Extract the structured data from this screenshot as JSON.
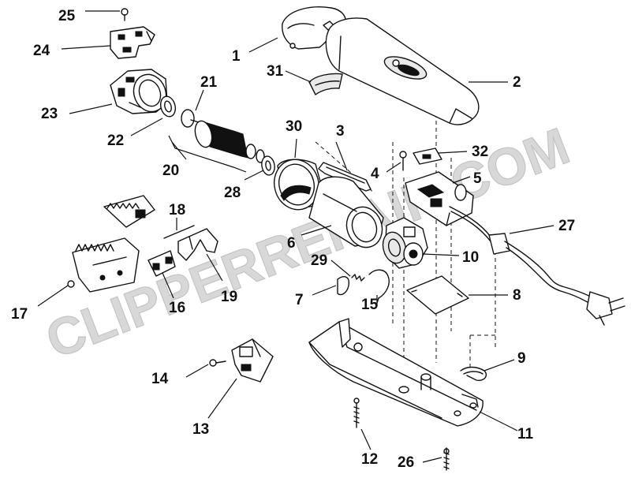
{
  "watermark": "CLIPPERREPAIR.COM",
  "callouts": [
    "1",
    "2",
    "3",
    "4",
    "5",
    "6",
    "7",
    "8",
    "9",
    "10",
    "11",
    "12",
    "13",
    "14",
    "15",
    "16",
    "17",
    "18",
    "19",
    "20",
    "21",
    "22",
    "23",
    "24",
    "25",
    "26",
    "27",
    "28",
    "29",
    "30",
    "31",
    "32"
  ]
}
